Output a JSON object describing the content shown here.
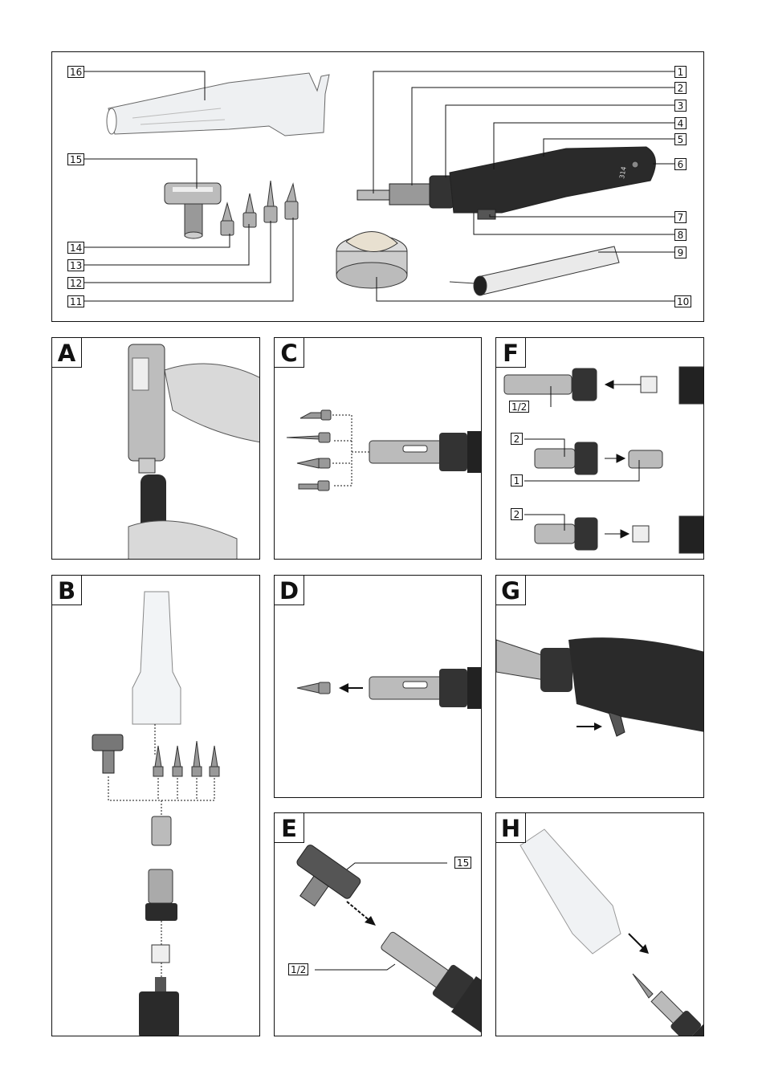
{
  "overview": {
    "labels": {
      "n1": "1",
      "n2": "2",
      "n3": "3",
      "n4": "4",
      "n5": "5",
      "n6": "6",
      "n7": "7",
      "n8": "8",
      "n9": "9",
      "n10": "10",
      "n11": "11",
      "n12": "12",
      "n13": "13",
      "n14": "14",
      "n15": "15",
      "n16": "16"
    },
    "tool_text": "314"
  },
  "panels": {
    "A": {
      "letter": "A"
    },
    "B": {
      "letter": "B"
    },
    "C": {
      "letter": "C"
    },
    "D": {
      "letter": "D"
    },
    "E": {
      "letter": "E",
      "label_15": "15",
      "label_12": "1/2"
    },
    "F": {
      "letter": "F",
      "label_12": "1/2",
      "label_2a": "2",
      "label_1": "1",
      "label_2b": "2"
    },
    "G": {
      "letter": "G"
    },
    "H": {
      "letter": "H"
    }
  }
}
